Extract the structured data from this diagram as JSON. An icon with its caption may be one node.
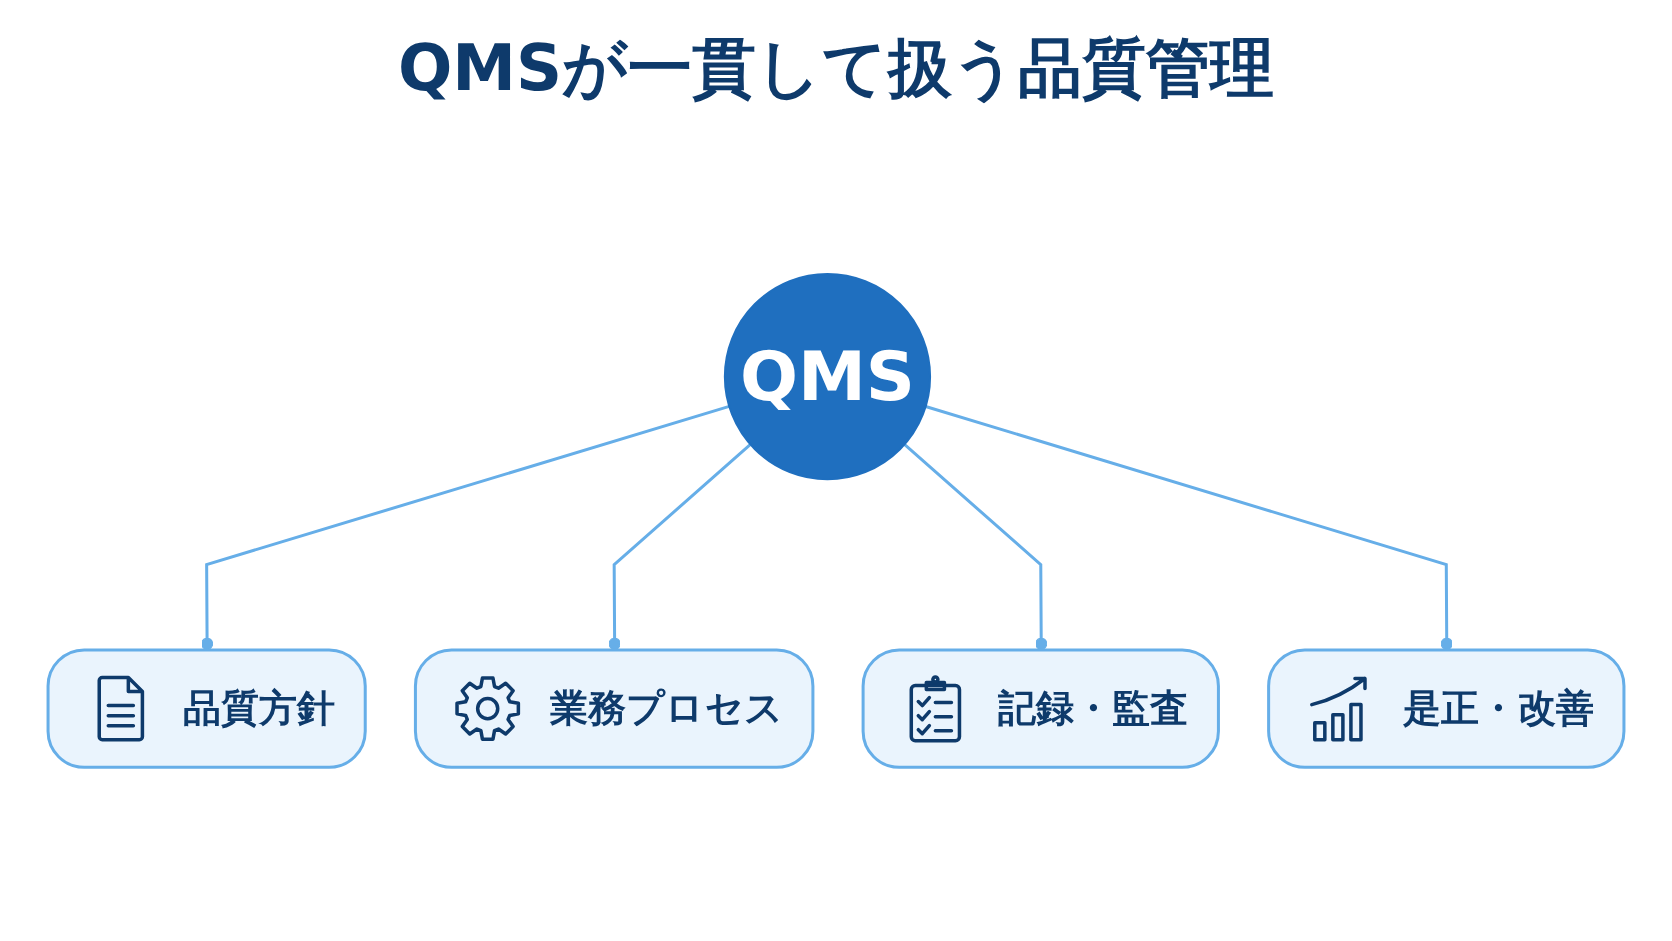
{
  "diagram": {
    "title": "QMSが一貫して扱う品質管理",
    "nodes": [
      {
        "text": [
          "品質方針"
        ]
      },
      {
        "text": [
          "業務プロセス"
        ]
      },
      {
        "text": [
          "QMS"
        ]
      },
      {
        "text": [
          "記録・監査"
        ]
      },
      {
        "text": [
          "是正・改善"
        ]
      }
    ],
    "edges": [
      {
        "from": 2,
        "to": 0,
        "arrow": "other"
      },
      {
        "from": 2,
        "to": 1,
        "arrow": "other"
      },
      {
        "from": 2,
        "to": 3,
        "arrow": "other"
      },
      {
        "from": 2,
        "to": 4,
        "arrow": "other"
      }
    ]
  }
}
